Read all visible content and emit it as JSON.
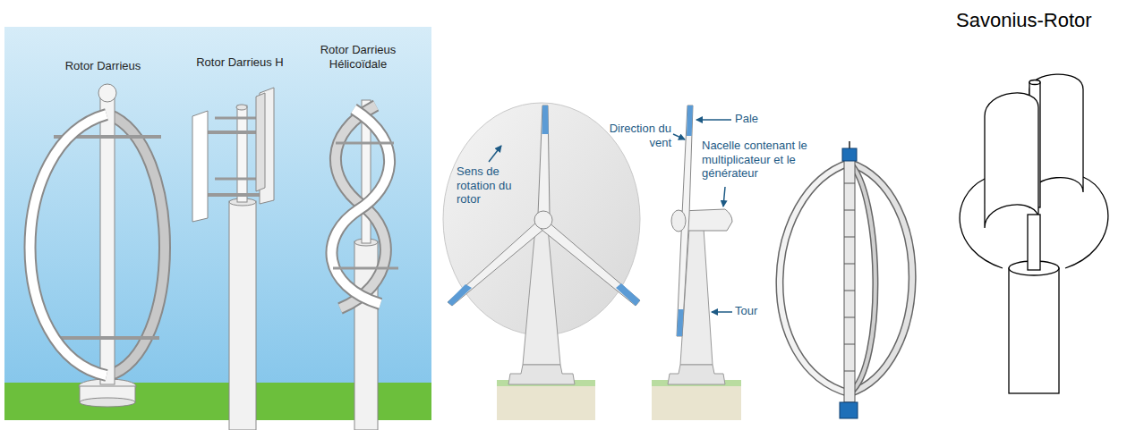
{
  "diagram": {
    "labels": [
      "Rotor Darrieus",
      "Rotor Darrieus H",
      "Rotor Darrieus Hélicoïdale",
      "Sens de rotation du rotor",
      "Direction du vent",
      "Pale",
      "Nacelle contenant le multiplicateur et le générateur",
      "Tour",
      "Savonius-Rotor"
    ]
  }
}
